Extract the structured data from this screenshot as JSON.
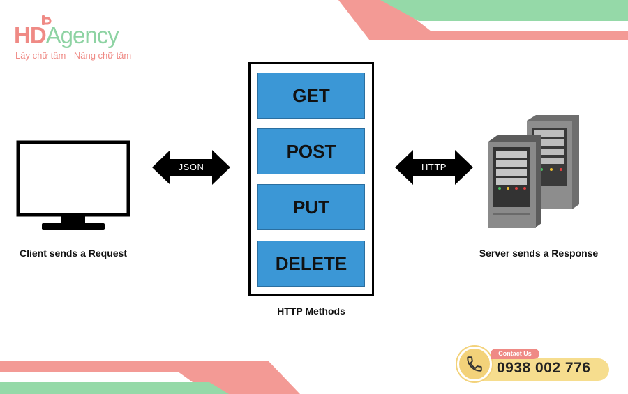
{
  "brand": {
    "logo_hd": "HD",
    "logo_agency": "Agency",
    "tagline": "Lấy chữ tâm - Nâng chữ tầm",
    "colors": {
      "pink": "#ef8a85",
      "green": "#8ed3a3"
    }
  },
  "diagram": {
    "client_label": "Client sends a Request",
    "server_label": "Server sends a Response",
    "methods_caption": "HTTP Methods",
    "methods": [
      {
        "label": "GET"
      },
      {
        "label": "POST"
      },
      {
        "label": "PUT"
      },
      {
        "label": "DELETE"
      }
    ],
    "left_arrow_label": "JSON",
    "right_arrow_label": "HTTP",
    "method_color": "#3b97d6"
  },
  "contact": {
    "tab_label": "Contact Us",
    "phone": "0938 002 776",
    "icon": "phone-icon"
  }
}
